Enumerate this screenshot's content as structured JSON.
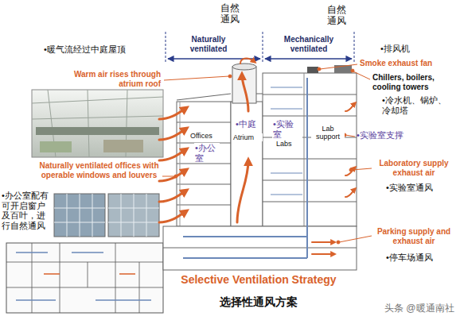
{
  "diagram": {
    "title": "Selective Ventilation Strategy",
    "caption": "选择性通风方案",
    "labels": [
      "自然通风",
      "自然通风",
      "Naturally ventilated",
      "Mechanically ventilated",
      "•暖气流经过中庭屋顶",
      "Warm air rises through atrium roof",
      "Naturally ventilated offices with operable windows and louvers",
      "•办公室配有可开启窗户及百叶，进行自然通风",
      "Offices",
      "•办公室",
      "•中庭",
      "Atrium",
      "•实验室",
      "Labs",
      "Lab support",
      "•实验室支撑",
      "•排风机",
      "Smoke exhaust fan",
      "Chillers, boilers, cooling towers",
      "•冷水机、锅炉、冷却塔",
      "Laboratory supply exhaust air",
      "•实验室通风",
      "Parking supply and exhaust air",
      "•停车场通风",
      "头条 @暖通南社"
    ]
  }
}
